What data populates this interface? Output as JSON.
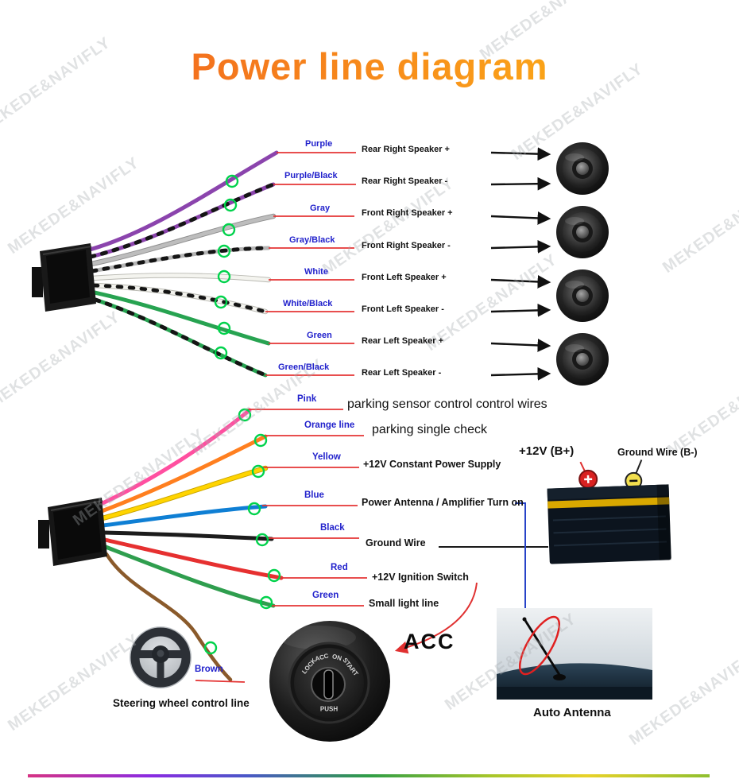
{
  "title": "Power line diagram",
  "watermark": "MEKEDE&NAVIFLY",
  "colors": {
    "title_gradient_start": "#f2671f",
    "title_gradient_end": "#fcae17",
    "label_blue": "#2222cc",
    "pointer_red": "#e43434",
    "marker_green": "#00d24b",
    "wire_purple": "#8b44ad",
    "wire_gray": "#b5b5b5",
    "wire_white": "#f4f4ef",
    "wire_green": "#27a351",
    "wire_pink": "#ff4fa0",
    "wire_orange": "#ff7f1f",
    "wire_yellow": "#ffd400",
    "wire_blue": "#0f7fd4",
    "wire_black": "#1c1c1c",
    "wire_red": "#e63030",
    "wire_brown": "#8a5a2b"
  },
  "top_section": {
    "wires": [
      {
        "color": "Purple",
        "label": "Rear Right Speaker +"
      },
      {
        "color": "Purple/Black",
        "label": "Rear Right Speaker -"
      },
      {
        "color": "Gray",
        "label": "Front Right Speaker +"
      },
      {
        "color": "Gray/Black",
        "label": "Front Right Speaker -"
      },
      {
        "color": "White",
        "label": "Front Left Speaker +"
      },
      {
        "color": "White/Black",
        "label": "Front Left Speaker -"
      },
      {
        "color": "Green",
        "label": "Rear Left Speaker +"
      },
      {
        "color": "Green/Black",
        "label": "Rear Left Speaker -"
      }
    ]
  },
  "bottom_section": {
    "wires": [
      {
        "color": "Pink",
        "label": "parking sensor control control wires"
      },
      {
        "color": "Orange line",
        "label": "parking single check"
      },
      {
        "color": "Yellow",
        "label": "+12V Constant Power Supply"
      },
      {
        "color": "Blue",
        "label": "Power Antenna / Amplifier Turn on"
      },
      {
        "color": "Black",
        "label": "Ground Wire"
      },
      {
        "color": "Red",
        "label": "+12V Ignition Switch"
      },
      {
        "color": "Green",
        "label": "Small light line"
      },
      {
        "color": "Brown",
        "label": "Steering wheel control line"
      }
    ],
    "battery": {
      "positive_label": "+12V  (B+)",
      "ground_label": "Ground Wire (B-)"
    },
    "acc_label": "ACC",
    "ignition_switch": {
      "lock": "LOCK",
      "acc": "ACC",
      "on": "ON",
      "start": "START",
      "push": "PUSH"
    },
    "antenna_caption": "Auto Antenna"
  }
}
